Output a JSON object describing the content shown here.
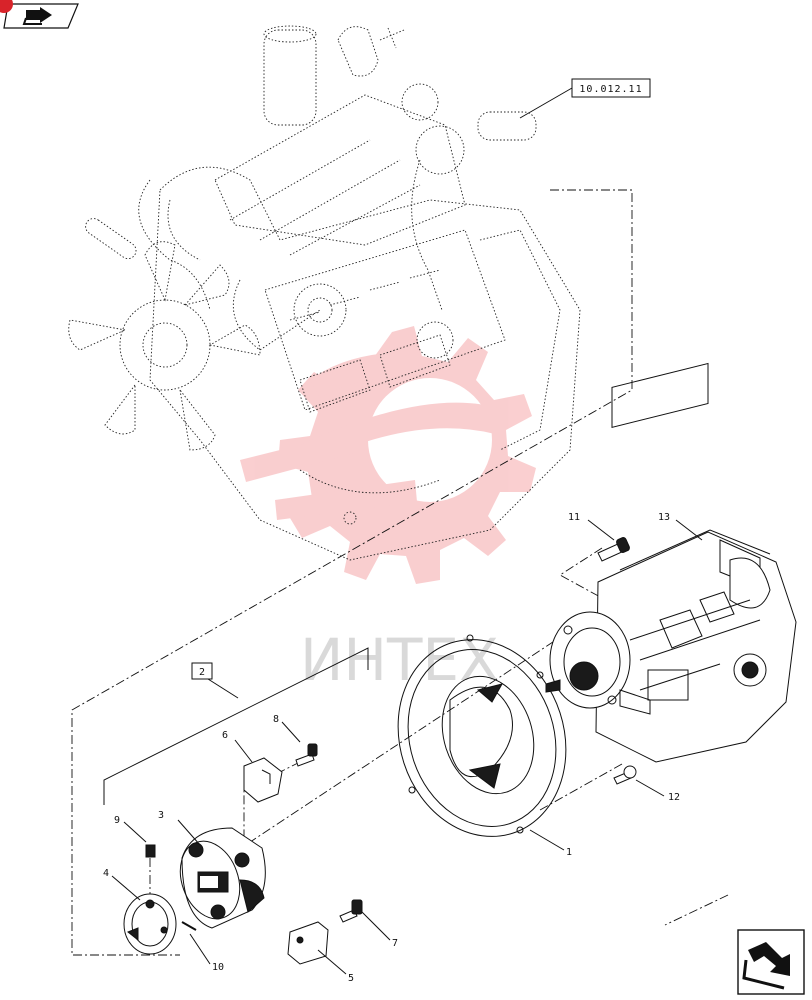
{
  "diagram": {
    "reference_box": "10.012.11",
    "group_box": "2",
    "watermark_text": "ИНТЕХ",
    "colors": {
      "ink": "#111111",
      "watermark_red": "#e8232a",
      "watermark_gray": "#d9d9d9",
      "badge_red": "#d8232a"
    },
    "nav": {
      "top_left_icon": "next-page-arrow-icon",
      "bottom_right_icon": "previous-page-arrow-icon"
    },
    "callouts": [
      {
        "id": "c1",
        "label": "1"
      },
      {
        "id": "c2",
        "label": "3"
      },
      {
        "id": "c3",
        "label": "4"
      },
      {
        "id": "c4",
        "label": "5"
      },
      {
        "id": "c5",
        "label": "6"
      },
      {
        "id": "c6",
        "label": "7"
      },
      {
        "id": "c7",
        "label": "8"
      },
      {
        "id": "c8",
        "label": "9"
      },
      {
        "id": "c9",
        "label": "10"
      },
      {
        "id": "c10",
        "label": "11"
      },
      {
        "id": "c11",
        "label": "12"
      },
      {
        "id": "c12",
        "label": "13"
      }
    ]
  }
}
